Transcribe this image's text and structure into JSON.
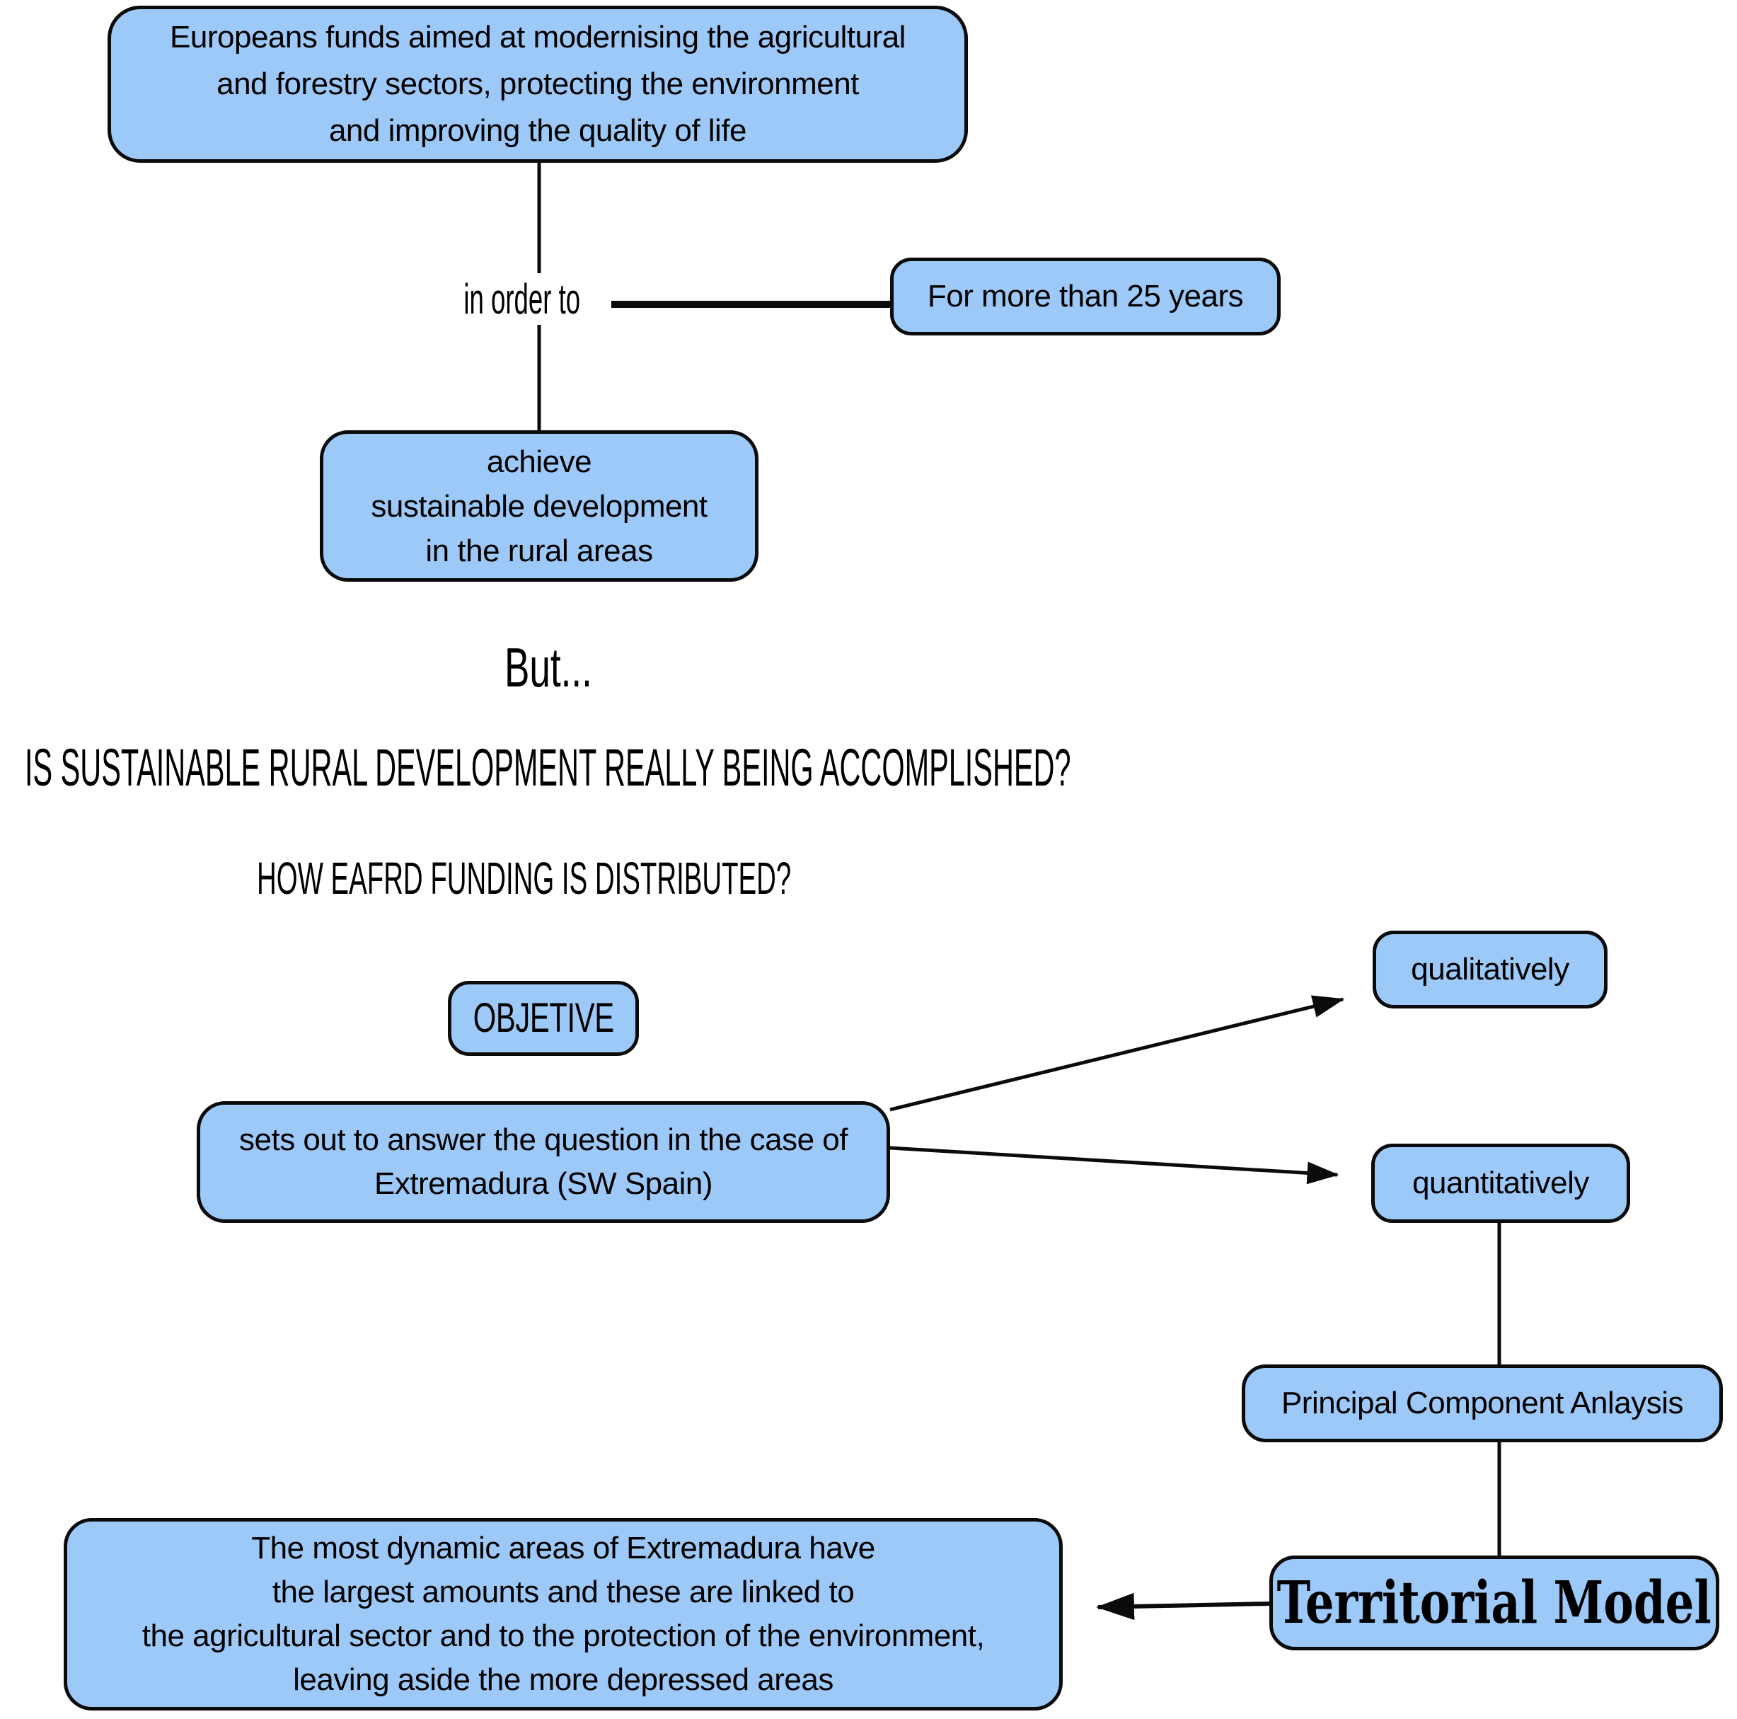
{
  "colors": {
    "node_fill": "#9DC9F8",
    "node_border": "#0b0b0b",
    "background": "#ffffff",
    "text": "#000000"
  },
  "top_box": {
    "lines": [
      "Europeans funds aimed at modernising the agricultural",
      "and forestry sectors, protecting the environment",
      "and improving the quality of life"
    ]
  },
  "connector_labels": {
    "in_order_to": "in order to"
  },
  "for_more_box": {
    "label": "For more than 25 years"
  },
  "achieve_box": {
    "lines": [
      "achieve",
      "sustainable development",
      "in the rural areas"
    ]
  },
  "but_text": "But...",
  "questions": {
    "main": "IS SUSTAINABLE RURAL DEVELOPMENT REALLY BEING ACCOMPLISHED?",
    "sub": "HOW EAFRD FUNDING IS DISTRIBUTED?"
  },
  "objective_box": {
    "label": "OBJETIVE"
  },
  "setsout_box": {
    "lines": [
      "sets out to answer the question in the case of",
      "Extremadura (SW Spain)"
    ]
  },
  "qualitatively_box": {
    "label": "qualitatively"
  },
  "quantitatively_box": {
    "label": "quantitatively"
  },
  "pca_box": {
    "label": "Principal Component Anlaysis"
  },
  "territorial_box": {
    "label": "Territorial Model"
  },
  "result_box": {
    "lines": [
      "The most dynamic areas of Extremadura have",
      "the largest amounts and these are linked to",
      "the agricultural sector and to the protection of the environment,",
      "leaving aside the more depressed areas"
    ]
  }
}
